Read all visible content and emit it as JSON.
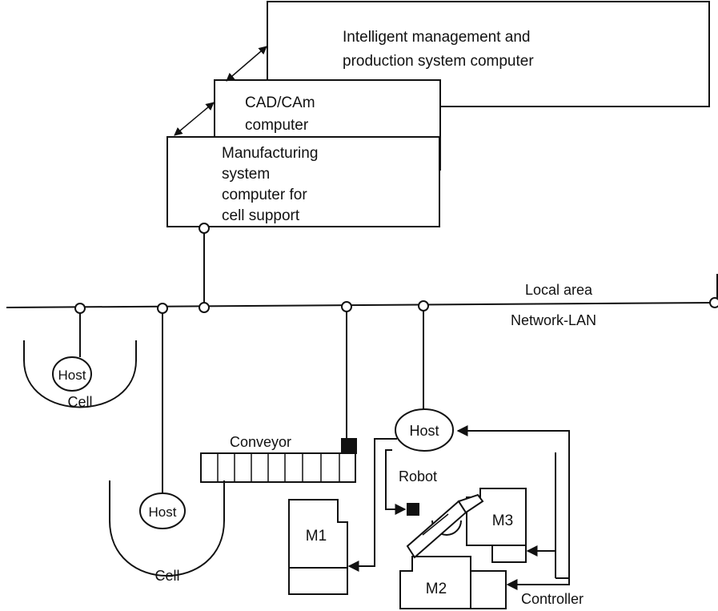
{
  "diagram": {
    "computers": {
      "intelligent_line1": "Intelligent management and",
      "intelligent_line2": "production system computer",
      "cadcam_line1": "CAD/CAm",
      "cadcam_line2": "computer",
      "mfg_line1": "Manufacturing",
      "mfg_line2": "system",
      "mfg_line3": "computer for",
      "mfg_line4": "cell support"
    },
    "network": {
      "label_line1": "Local area",
      "label_line2": "Network-LAN"
    },
    "cells": {
      "host_label": "Host",
      "cell_label": "Cell"
    },
    "workcell": {
      "host_label": "Host",
      "conveyor": "Conveyor",
      "robot": "Robot",
      "m1": "M1",
      "m2": "M2",
      "m3": "M3",
      "controller": "Controller"
    },
    "colors": {
      "ink": "#111111",
      "paper": "#ffffff"
    }
  }
}
